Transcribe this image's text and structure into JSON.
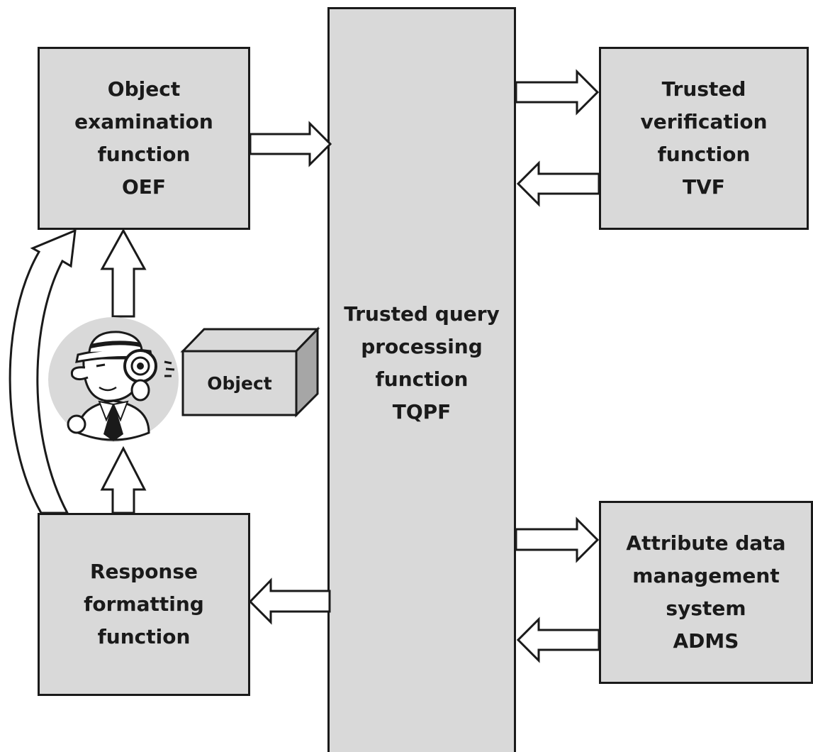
{
  "boxes": {
    "oef": {
      "lines": [
        "Object",
        "examination",
        "function",
        "OEF"
      ]
    },
    "tvf": {
      "lines": [
        "Trusted",
        "verification",
        "function",
        "TVF"
      ]
    },
    "tqpf": {
      "lines": [
        "Trusted query",
        "processing",
        "function",
        "TQPF"
      ]
    },
    "rff": {
      "lines": [
        "Response",
        "formatting",
        "function"
      ]
    },
    "adms": {
      "lines": [
        "Attribute data",
        "management",
        "system",
        "ADMS"
      ]
    }
  },
  "object": {
    "label": "Object"
  },
  "icons": {
    "examiner": "detective-with-magnifying-glass-icon"
  },
  "colors": {
    "box_fill": "#d9d9d9",
    "outline": "#1a1a1a",
    "arrow_fill": "#ffffff"
  }
}
